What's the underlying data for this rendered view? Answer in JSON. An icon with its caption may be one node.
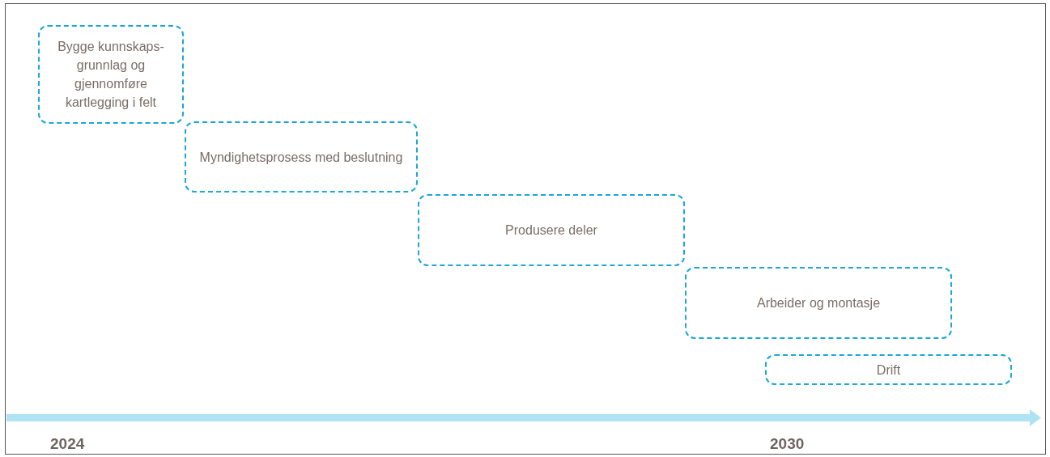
{
  "diagram": {
    "nodes": [
      {
        "text": [
          "Bygge kunnskaps- grunnlag og gjennomføre kartlegging i felt"
        ]
      },
      {
        "text": [
          "Myndighetsprosess med beslutning"
        ]
      },
      {
        "text": [
          "Produsere deler"
        ]
      },
      {
        "text": [
          "Arbeider og montasje"
        ]
      },
      {
        "text": [
          "Drift"
        ]
      }
    ],
    "labels": [
      "2024",
      "2030"
    ]
  }
}
